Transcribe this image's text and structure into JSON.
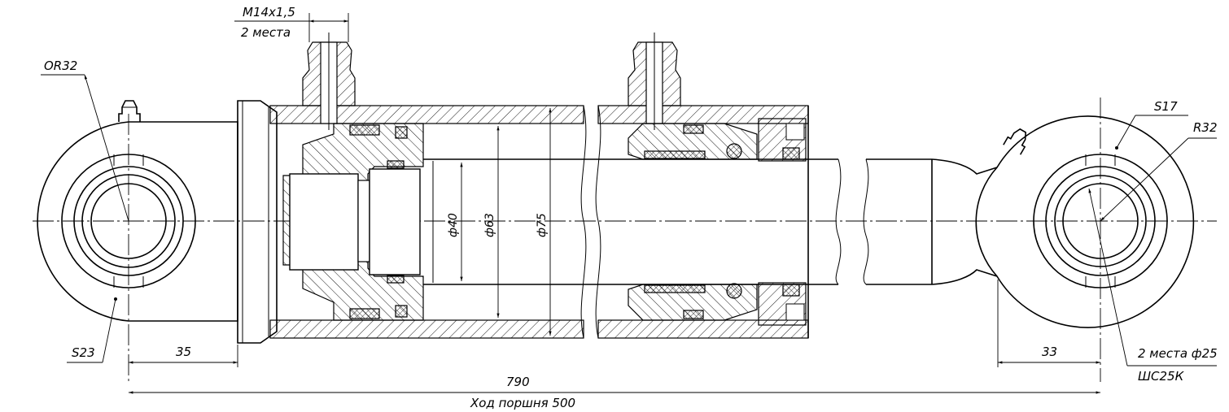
{
  "labels": {
    "thread": "M14x1,5",
    "thread_qty": "2 места",
    "radius_left": "OR32",
    "radius_right": "R32",
    "wall_left": "S23",
    "wall_right": "S17",
    "dim_left_35": "35",
    "dim_right_33": "33",
    "dia_rod": "ф40",
    "dia_piston": "ф63",
    "dia_outer": "ф75",
    "overall_length": "790",
    "stroke": "Ход поршня 500",
    "bearing_qty": "2 места ф25",
    "bearing_type": "ШС25К"
  }
}
